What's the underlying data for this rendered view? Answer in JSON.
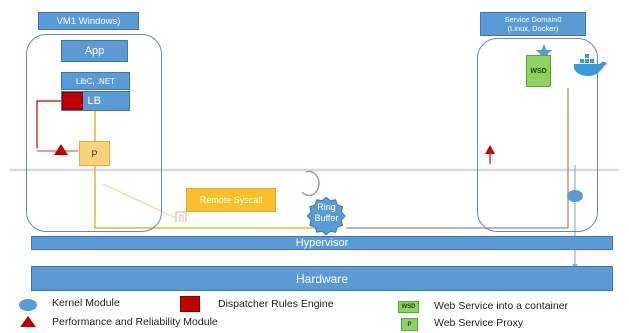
{
  "vm1": {
    "title": "VM1 Windows)",
    "app_label": "App",
    "libc_label": "LibC, .NET",
    "lb_label": "LB",
    "proxy_label": "P"
  },
  "service_domain": {
    "title_line1": "Service Domain0",
    "title_line2": "(Linux, Docker)",
    "wsd_label": "WSD"
  },
  "remote_syscall_label": "Remote Syscall",
  "ring_buffer": {
    "line1": "Ring",
    "line2": "Buffer"
  },
  "hypervisor_label": "Hypervisor",
  "hardware_label": "Hardware",
  "legend": {
    "kernel_module": "Kernel Module",
    "dispatcher": "Dispatcher Rules Engine",
    "wsd_tag": "WSD",
    "web_service_container": "Web Service into a container",
    "performance": "Performance and Reliability Module",
    "p_tag": "P",
    "web_service_proxy": "Web Service Proxy"
  },
  "colors": {
    "blue": "#5b9bd5",
    "yellow": "#fdd37a",
    "yellow_line": "#f0b43c",
    "green": "#8ed35f",
    "red": "#c00000",
    "triangle_red": "#d62b1f"
  }
}
